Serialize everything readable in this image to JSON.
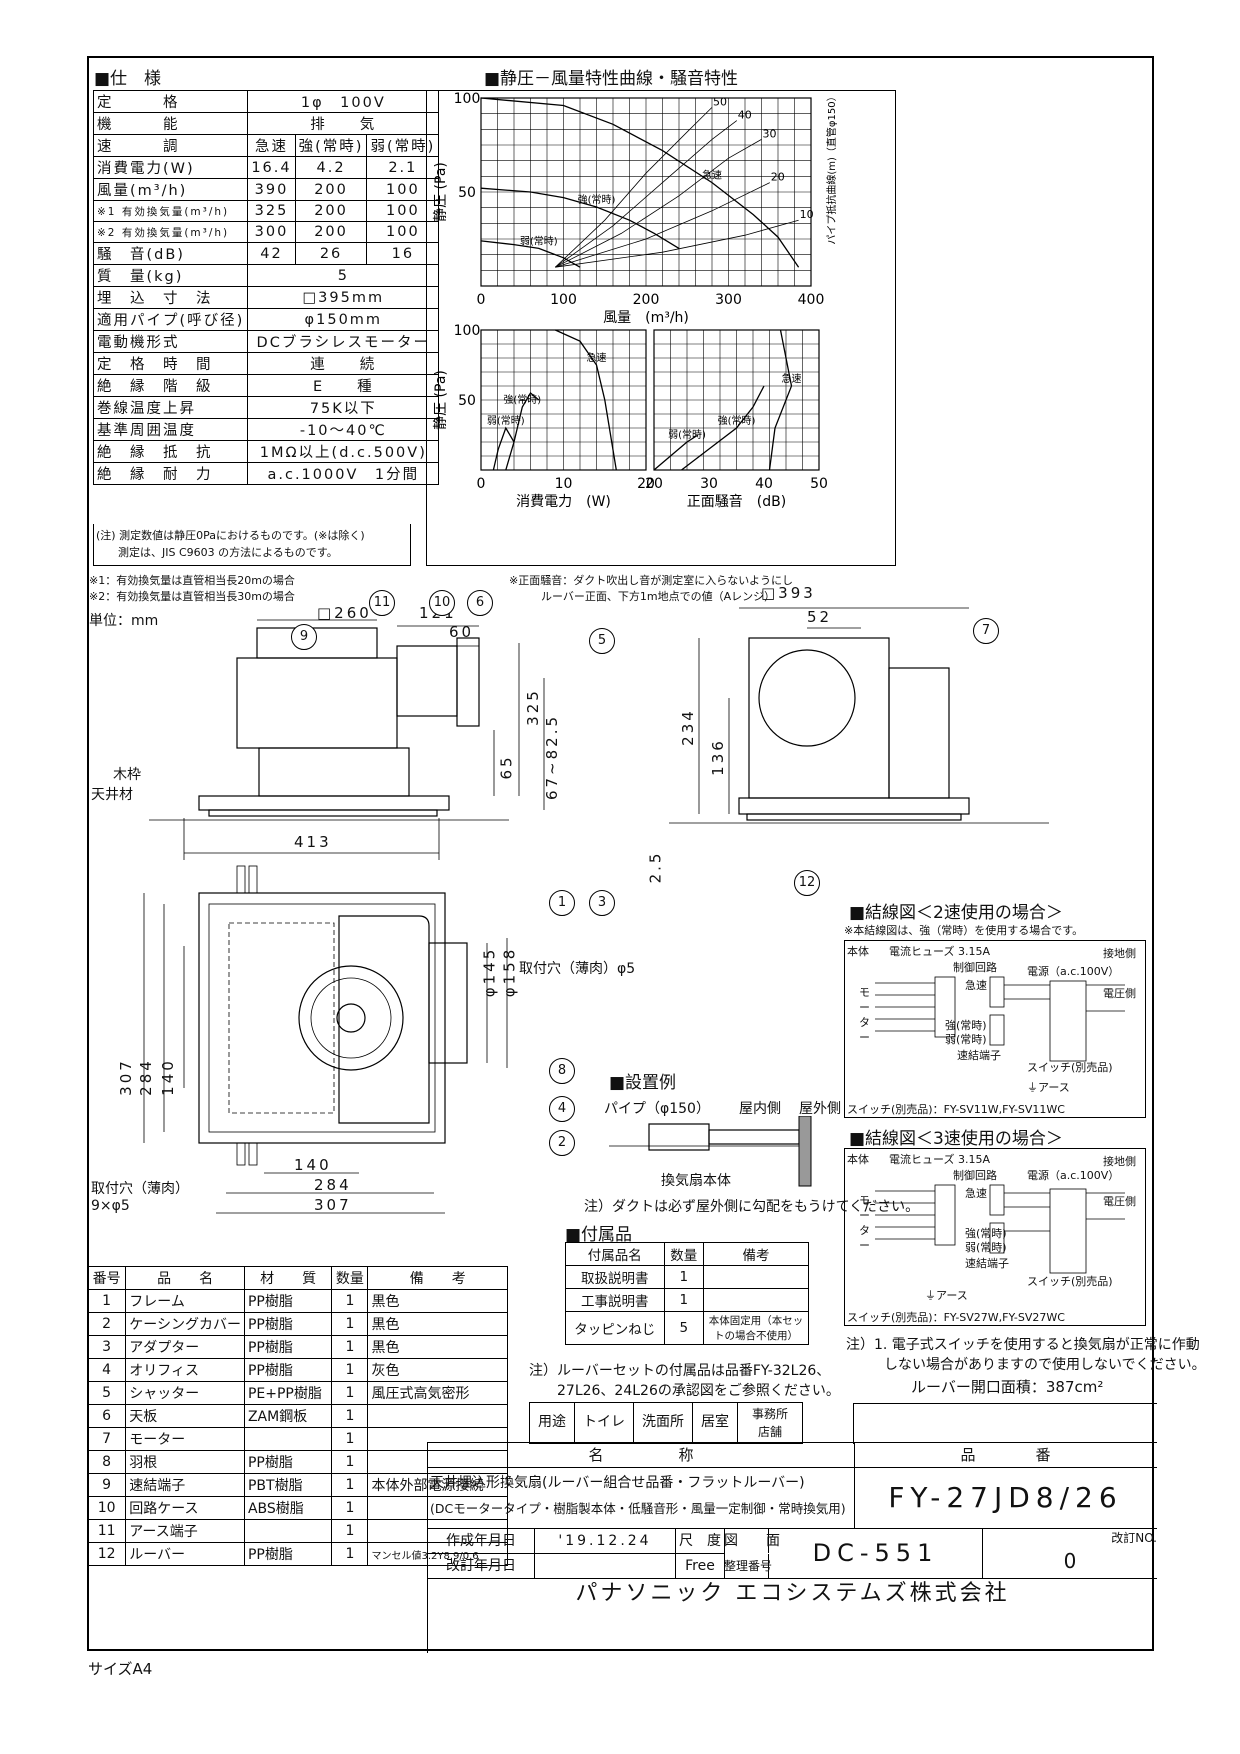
{
  "spec": {
    "title": "■仕　様",
    "rows": [
      [
        "定　　　格",
        "1φ　100V",
        "",
        ""
      ],
      [
        "機　　　能",
        "排　　気",
        "",
        ""
      ],
      [
        "速　　　調",
        "急速",
        "強(常時)",
        "弱(常時)"
      ],
      [
        "消費電力(W)",
        "16.4",
        "4.2",
        "2.1"
      ],
      [
        "風量(m³/h)",
        "390",
        "200",
        "100"
      ],
      [
        "※1 有効換気量(m³/h)",
        "325",
        "200",
        "100"
      ],
      [
        "※2 有効換気量(m³/h)",
        "300",
        "200",
        "100"
      ],
      [
        "騒　音(dB)",
        "42",
        "26",
        "16"
      ],
      [
        "質　量(kg)",
        "5",
        "",
        ""
      ],
      [
        "埋　込　寸　法",
        "□395mm",
        "",
        ""
      ],
      [
        "適用パイプ(呼び径)",
        "φ150mm",
        "",
        ""
      ],
      [
        "電動機形式",
        "DCブラシレスモーター",
        "",
        ""
      ],
      [
        "定　格　時　間",
        "連　　続",
        "",
        ""
      ],
      [
        "絶　縁　階　級",
        "E　　種",
        "",
        ""
      ],
      [
        "巻線温度上昇",
        "75K以下",
        "",
        ""
      ],
      [
        "基準周囲温度",
        "-10～40℃",
        "",
        ""
      ],
      [
        "絶　縁　抵　抗",
        "1MΩ以上(d.c.500V)",
        "",
        ""
      ],
      [
        "絶　縁　耐　力",
        "a.c.1000V　1分間",
        "",
        ""
      ]
    ],
    "note1": "(注) 測定数値は静圧0Paにおけるものです。(※は除く)",
    "note2": "　　測定は、JIS C9603 の方法によるものです。",
    "foot1": "※1：有効換気量は直管相当長20mの場合",
    "foot2": "※2：有効換気量は直管相当長30mの場合",
    "unit": "単位：mm"
  },
  "chart_section": {
    "title": "■静圧－風量特性曲線・騒音特性",
    "note1": "※正面騒音：ダクト吹出し音が測定室に入らないようにし",
    "note2": "ルーバー正面、下方1m地点での値（Aレンジ）"
  },
  "chart_data": [
    {
      "type": "line",
      "title": "",
      "xlabel": "風量　(m³/h)",
      "ylabel": "静圧 (Pa)",
      "xlim": [
        0,
        400
      ],
      "ylim": [
        0,
        100
      ],
      "x_ticks": [
        "0",
        "100",
        "200",
        "300",
        "400"
      ],
      "y_ticks": [
        "100",
        "50"
      ],
      "grid": true,
      "side_label": "パイプ抵抗曲線(m)（直管φ150）",
      "series": [
        {
          "name": "急速",
          "x": [
            0,
            100,
            160,
            220,
            280,
            330,
            360,
            385
          ],
          "y": [
            100,
            96,
            86,
            72,
            55,
            38,
            26,
            10
          ]
        },
        {
          "name": "強(常時)",
          "x": [
            0,
            60,
            100,
            140,
            180,
            210,
            240
          ],
          "y": [
            52,
            50,
            47,
            42,
            35,
            28,
            20
          ]
        },
        {
          "name": "弱(常時)",
          "x": [
            0,
            40,
            70,
            100,
            120
          ],
          "y": [
            24,
            22,
            20,
            15,
            10
          ]
        }
      ],
      "pipe_curves": [
        {
          "name": "50",
          "x": [
            90,
            150,
            200,
            250,
            280
          ],
          "y": [
            10,
            35,
            60,
            82,
            95
          ]
        },
        {
          "name": "40",
          "x": [
            90,
            160,
            220,
            280,
            310
          ],
          "y": [
            10,
            32,
            55,
            78,
            88
          ]
        },
        {
          "name": "30",
          "x": [
            90,
            170,
            240,
            300,
            340
          ],
          "y": [
            10,
            28,
            48,
            68,
            78
          ]
        },
        {
          "name": "20",
          "x": [
            90,
            200,
            280,
            350
          ],
          "y": [
            10,
            25,
            40,
            55
          ]
        },
        {
          "name": "10",
          "x": [
            90,
            220,
            320,
            385
          ],
          "y": [
            10,
            18,
            27,
            35
          ]
        }
      ]
    },
    {
      "type": "line",
      "title": "",
      "xlabel": "消費電力　(W)",
      "ylabel": "静圧 (Pa)",
      "xlim": [
        0,
        20
      ],
      "ylim": [
        0,
        100
      ],
      "x_ticks": [
        "0",
        "10",
        "20"
      ],
      "y_ticks": [
        "100",
        "50"
      ],
      "grid": true,
      "series": [
        {
          "name": "急速",
          "x": [
            9,
            12,
            14,
            15,
            16.4
          ],
          "y": [
            100,
            92,
            75,
            50,
            0
          ]
        },
        {
          "name": "強(常時)",
          "x": [
            3,
            4,
            5,
            6,
            7
          ],
          "y": [
            0,
            20,
            45,
            55,
            50
          ]
        },
        {
          "name": "弱(常時)",
          "x": [
            1.5,
            2.1,
            3,
            4
          ],
          "y": [
            0,
            15,
            30,
            20
          ]
        }
      ]
    },
    {
      "type": "line",
      "title": "",
      "xlabel": "正面騒音　(dB)",
      "ylabel": "",
      "xlim": [
        20,
        50
      ],
      "ylim": [
        0,
        100
      ],
      "x_ticks": [
        "20",
        "30",
        "40",
        "50"
      ],
      "y_ticks": [],
      "grid": true,
      "series": [
        {
          "name": "急速",
          "x": [
            43,
            44,
            45,
            42,
            41
          ],
          "y": [
            100,
            80,
            60,
            30,
            0
          ]
        },
        {
          "name": "強(常時)",
          "x": [
            25,
            30,
            35,
            38,
            40
          ],
          "y": [
            0,
            15,
            30,
            45,
            60
          ]
        },
        {
          "name": "弱(常時)",
          "x": [
            20,
            23,
            26,
            28
          ],
          "y": [
            0,
            10,
            20,
            25
          ]
        }
      ]
    }
  ],
  "drawing": {
    "dims_front": {
      "w260": "□260",
      "d121": "121",
      "d60": "60",
      "d325": "325",
      "d65": "65",
      "d67": "67~82.5",
      "d413": "413"
    },
    "dims_side": {
      "d393": "□393",
      "d52": "52",
      "d234": "234",
      "d136": "136",
      "d25": "2.5"
    },
    "dims_bottom": {
      "d307v": "307",
      "d284v": "284",
      "d140v": "140",
      "d145": "φ145",
      "d158": "φ158",
      "d140h": "140",
      "d284h": "284",
      "d307h": "307"
    },
    "labels": {
      "mokuwaku": "木枠",
      "tenjozai": "天井材",
      "toritsuke1": "取付穴（薄肉）φ5",
      "toritsuke2": "取付穴（薄肉）",
      "toritsuke3": "9×φ5"
    },
    "balloons": [
      "1",
      "2",
      "3",
      "4",
      "5",
      "6",
      "7",
      "8",
      "9",
      "10",
      "11",
      "12"
    ]
  },
  "install": {
    "title": "■設置例",
    "pipe": "パイプ（φ150）",
    "okunai": "屋内側",
    "okugai": "屋外側",
    "body": "換気扇本体",
    "note": "注）ダクトは必ず屋外側に勾配をもうけてください。"
  },
  "wiring2": {
    "title": "■結線図＜2速使用の場合＞",
    "note": "※本結線図は、強（常時）を使用する場合です。",
    "honnai": "本体",
    "fuse": "電流ヒューズ 3.15A",
    "seigyo": "制御回路",
    "motor": "モーター",
    "kyusoku": "急速",
    "tsuyo": "強(常時)",
    "yowa": "弱(常時)",
    "renketsu": "速結端子",
    "dengen": "電源（a.c.100V）",
    "setchi": "接地側",
    "denatsu": "電圧側",
    "switch": "スイッチ(別売品)",
    "earth": "⏚アース",
    "switch_models": "スイッチ(別売品)：FY-SV11W,FY-SV11WC"
  },
  "wiring3": {
    "title": "■結線図＜3速使用の場合＞",
    "switch_models": "スイッチ(別売品)：FY-SV27W,FY-SV27WC"
  },
  "notes_right": {
    "n1": "注）1. 電子式スイッチを使用すると換気扇が正常に作動",
    "n2": "しない場合がありますので使用しないでください。",
    "louver": "ルーバー開口面積：387cm²"
  },
  "accessories": {
    "title": "■付属品",
    "headers": [
      "付属品名",
      "数量",
      "備考"
    ],
    "rows": [
      [
        "取扱説明書",
        "1",
        ""
      ],
      [
        "工事説明書",
        "1",
        ""
      ],
      [
        "タッピンねじ",
        "5",
        "本体固定用（本セットの場合不使用）"
      ]
    ],
    "note1": "注）ルーバーセットの付属品は品番FY-32L26、",
    "note2": "27L26、24L26の承認図をご参照ください。"
  },
  "parts": {
    "headers": [
      "番号",
      "品　　名",
      "材　　質",
      "数量",
      "備　　考"
    ],
    "rows": [
      [
        "1",
        "フレーム",
        "PP樹脂",
        "1",
        "黒色"
      ],
      [
        "2",
        "ケーシングカバー",
        "PP樹脂",
        "1",
        "黒色"
      ],
      [
        "3",
        "アダプター",
        "PP樹脂",
        "1",
        "黒色"
      ],
      [
        "4",
        "オリフィス",
        "PP樹脂",
        "1",
        "灰色"
      ],
      [
        "5",
        "シャッター",
        "PE+PP樹脂",
        "1",
        "風圧式高気密形"
      ],
      [
        "6",
        "天板",
        "ZAM鋼板",
        "1",
        ""
      ],
      [
        "7",
        "モーター",
        "",
        "1",
        ""
      ],
      [
        "8",
        "羽根",
        "PP樹脂",
        "1",
        ""
      ],
      [
        "9",
        "速結端子",
        "PBT樹脂",
        "1",
        "本体外部電源接続"
      ],
      [
        "10",
        "回路ケース",
        "ABS樹脂",
        "1",
        ""
      ],
      [
        "11",
        "アース端子",
        "",
        "1",
        ""
      ],
      [
        "12",
        "ルーバー",
        "PP樹脂",
        "1",
        "マンセル値3.2Y8.9/0.6"
      ]
    ]
  },
  "usage": [
    "用途",
    "トイレ",
    "洗面所",
    "居室",
    "事務所 店舗"
  ],
  "title_block": {
    "name_h": "名　　　　　称",
    "code_h": "品　　　　番",
    "name1": "天井埋込形換気扇(ルーバー組合せ品番・フラットルーバー)",
    "name2": "(DCモータータイプ・樹脂製本体・低騒音形・風量一定制御・常時換気用)",
    "code": "FY-27JD8/26",
    "made_l": "作成年月日",
    "made_v": "'19.12.24",
    "scale_l": "尺　度",
    "scale_v": "Free",
    "zumen_l": "図　　面",
    "seiri_l": "整理番号",
    "drawing_no": "DC-551",
    "rev_l": "改訂NO.",
    "rev_v": "0",
    "revise_l": "改訂年月日",
    "company": "パナソニック エコシステムズ株式会社"
  },
  "size": "サイズA4"
}
